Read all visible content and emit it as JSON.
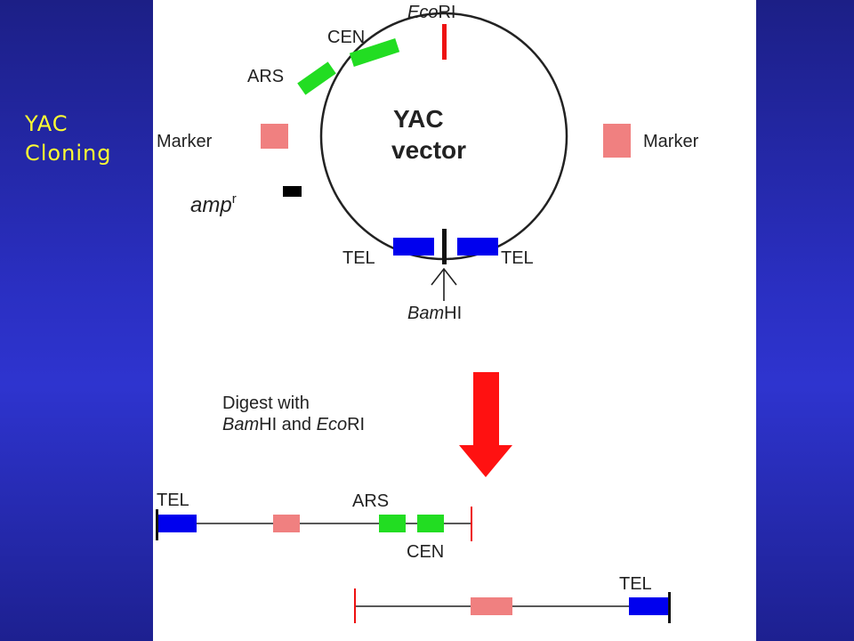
{
  "slide": {
    "title_line1": "YAC",
    "title_line2": "Cloning"
  },
  "figure": {
    "vector_title_line1": "YAC",
    "vector_title_line2": "vector",
    "labels": {
      "ecori_italic": "Eco",
      "ecori_rest": "RI",
      "cen": "CEN",
      "ars": "ARS",
      "marker_left": "Marker",
      "marker_right": "Marker",
      "amp_base": "amp",
      "amp_sup": "r",
      "tel_left": "TEL",
      "tel_right": "TEL",
      "bamhi_italic": "Bam",
      "bamhi_rest": "HI"
    },
    "digest": {
      "line1": "Digest with",
      "line2_italic1": "Bam",
      "line2_mid": "HI and ",
      "line2_italic2": "Eco",
      "line2_end": "RI"
    },
    "fragment1": {
      "tel": "TEL",
      "ars": "ARS",
      "cen": "CEN"
    },
    "fragment2": {
      "tel": "TEL"
    }
  },
  "colors": {
    "background": "#2a2fc2",
    "title_text": "#ffff33",
    "telomere": "#0000ee",
    "marker": "#f08080",
    "ars_cen": "#22dd22",
    "ecori_site": "#ee1111",
    "arrow": "#ff1111"
  }
}
